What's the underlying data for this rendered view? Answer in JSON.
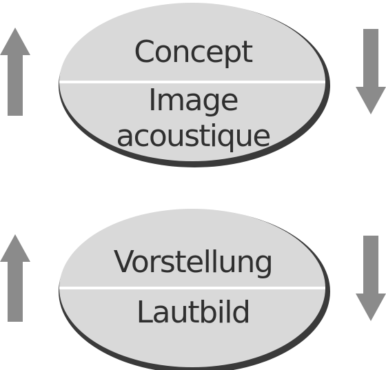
{
  "signs": [
    {
      "signified": "Concept",
      "signifier": [
        "Image",
        "acoustique"
      ]
    },
    {
      "signified": "Vorstellung",
      "signifier": [
        "Lautbild"
      ]
    }
  ],
  "colors": {
    "ellipse_fill": "#d9d9d9",
    "ellipse_stroke": "#3a3a3a",
    "divider": "#ffffff",
    "arrow": "#8b8b8b",
    "text": "#2f2f2f"
  }
}
